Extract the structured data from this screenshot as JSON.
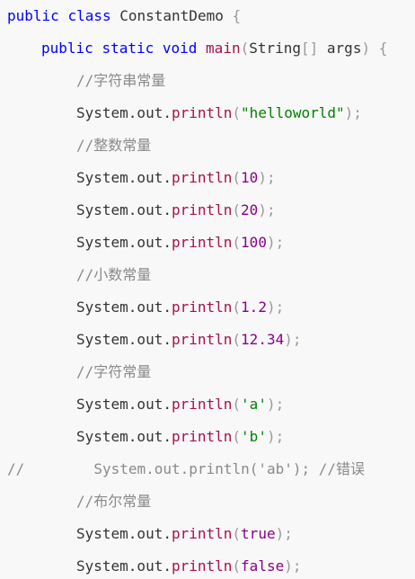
{
  "editor": {
    "lines": [
      {
        "tokens": [
          {
            "t": "public",
            "c": "kw"
          },
          {
            "t": " "
          },
          {
            "t": "class",
            "c": "kw"
          },
          {
            "t": " ConstantDemo "
          },
          {
            "t": "{",
            "c": "pun"
          }
        ]
      },
      {
        "tokens": [
          {
            "t": "public",
            "c": "kw"
          },
          {
            "t": " "
          },
          {
            "t": "static",
            "c": "kw"
          },
          {
            "t": " "
          },
          {
            "t": "void",
            "c": "kw"
          },
          {
            "t": " "
          },
          {
            "t": "main",
            "c": "fn"
          },
          {
            "t": "(",
            "c": "pun"
          },
          {
            "t": "String"
          },
          {
            "t": "[]",
            "c": "pun"
          },
          {
            "t": " args"
          },
          {
            "t": ")",
            "c": "pun"
          },
          {
            "t": " "
          },
          {
            "t": "{",
            "c": "pun"
          }
        ]
      },
      {
        "tokens": [
          {
            "t": "//字符串常量",
            "c": "cmt"
          }
        ]
      },
      {
        "tokens": [
          {
            "t": "System.out."
          },
          {
            "t": "println",
            "c": "fn"
          },
          {
            "t": "(",
            "c": "pun"
          },
          {
            "t": "\"helloworld\"",
            "c": "str"
          },
          {
            "t": ");",
            "c": "pun"
          }
        ]
      },
      {
        "tokens": [
          {
            "t": "//整数常量",
            "c": "cmt"
          }
        ]
      },
      {
        "tokens": [
          {
            "t": "System.out."
          },
          {
            "t": "println",
            "c": "fn"
          },
          {
            "t": "(",
            "c": "pun"
          },
          {
            "t": "10",
            "c": "num"
          },
          {
            "t": ");",
            "c": "pun"
          }
        ]
      },
      {
        "tokens": [
          {
            "t": "System.out."
          },
          {
            "t": "println",
            "c": "fn"
          },
          {
            "t": "(",
            "c": "pun"
          },
          {
            "t": "20",
            "c": "num"
          },
          {
            "t": ");",
            "c": "pun"
          }
        ]
      },
      {
        "tokens": [
          {
            "t": "System.out."
          },
          {
            "t": "println",
            "c": "fn"
          },
          {
            "t": "(",
            "c": "pun"
          },
          {
            "t": "100",
            "c": "num"
          },
          {
            "t": ");",
            "c": "pun"
          }
        ]
      },
      {
        "tokens": [
          {
            "t": "//小数常量",
            "c": "cmt"
          }
        ]
      },
      {
        "tokens": [
          {
            "t": "System.out."
          },
          {
            "t": "println",
            "c": "fn"
          },
          {
            "t": "(",
            "c": "pun"
          },
          {
            "t": "1.2",
            "c": "num"
          },
          {
            "t": ");",
            "c": "pun"
          }
        ]
      },
      {
        "tokens": [
          {
            "t": "System.out."
          },
          {
            "t": "println",
            "c": "fn"
          },
          {
            "t": "(",
            "c": "pun"
          },
          {
            "t": "12.34",
            "c": "num"
          },
          {
            "t": ");",
            "c": "pun"
          }
        ]
      },
      {
        "tokens": [
          {
            "t": "//字符常量",
            "c": "cmt"
          }
        ]
      },
      {
        "tokens": [
          {
            "t": "System.out."
          },
          {
            "t": "println",
            "c": "fn"
          },
          {
            "t": "(",
            "c": "pun"
          },
          {
            "t": "'a'",
            "c": "str"
          },
          {
            "t": ");",
            "c": "pun"
          }
        ]
      },
      {
        "tokens": [
          {
            "t": "System.out."
          },
          {
            "t": "println",
            "c": "fn"
          },
          {
            "t": "(",
            "c": "pun"
          },
          {
            "t": "'b'",
            "c": "str"
          },
          {
            "t": ");",
            "c": "pun"
          }
        ]
      },
      {
        "tokens": [
          {
            "t": "//        System.out.println('ab'); //错误",
            "c": "cmt"
          }
        ]
      },
      {
        "tokens": [
          {
            "t": "//布尔常量",
            "c": "cmt"
          }
        ]
      },
      {
        "tokens": [
          {
            "t": "System.out."
          },
          {
            "t": "println",
            "c": "fn"
          },
          {
            "t": "(",
            "c": "pun"
          },
          {
            "t": "true",
            "c": "num"
          },
          {
            "t": ");",
            "c": "pun"
          }
        ]
      },
      {
        "tokens": [
          {
            "t": "System.out."
          },
          {
            "t": "println",
            "c": "fn"
          },
          {
            "t": "(",
            "c": "pun"
          },
          {
            "t": "false",
            "c": "num"
          },
          {
            "t": ");",
            "c": "pun"
          }
        ]
      }
    ]
  }
}
